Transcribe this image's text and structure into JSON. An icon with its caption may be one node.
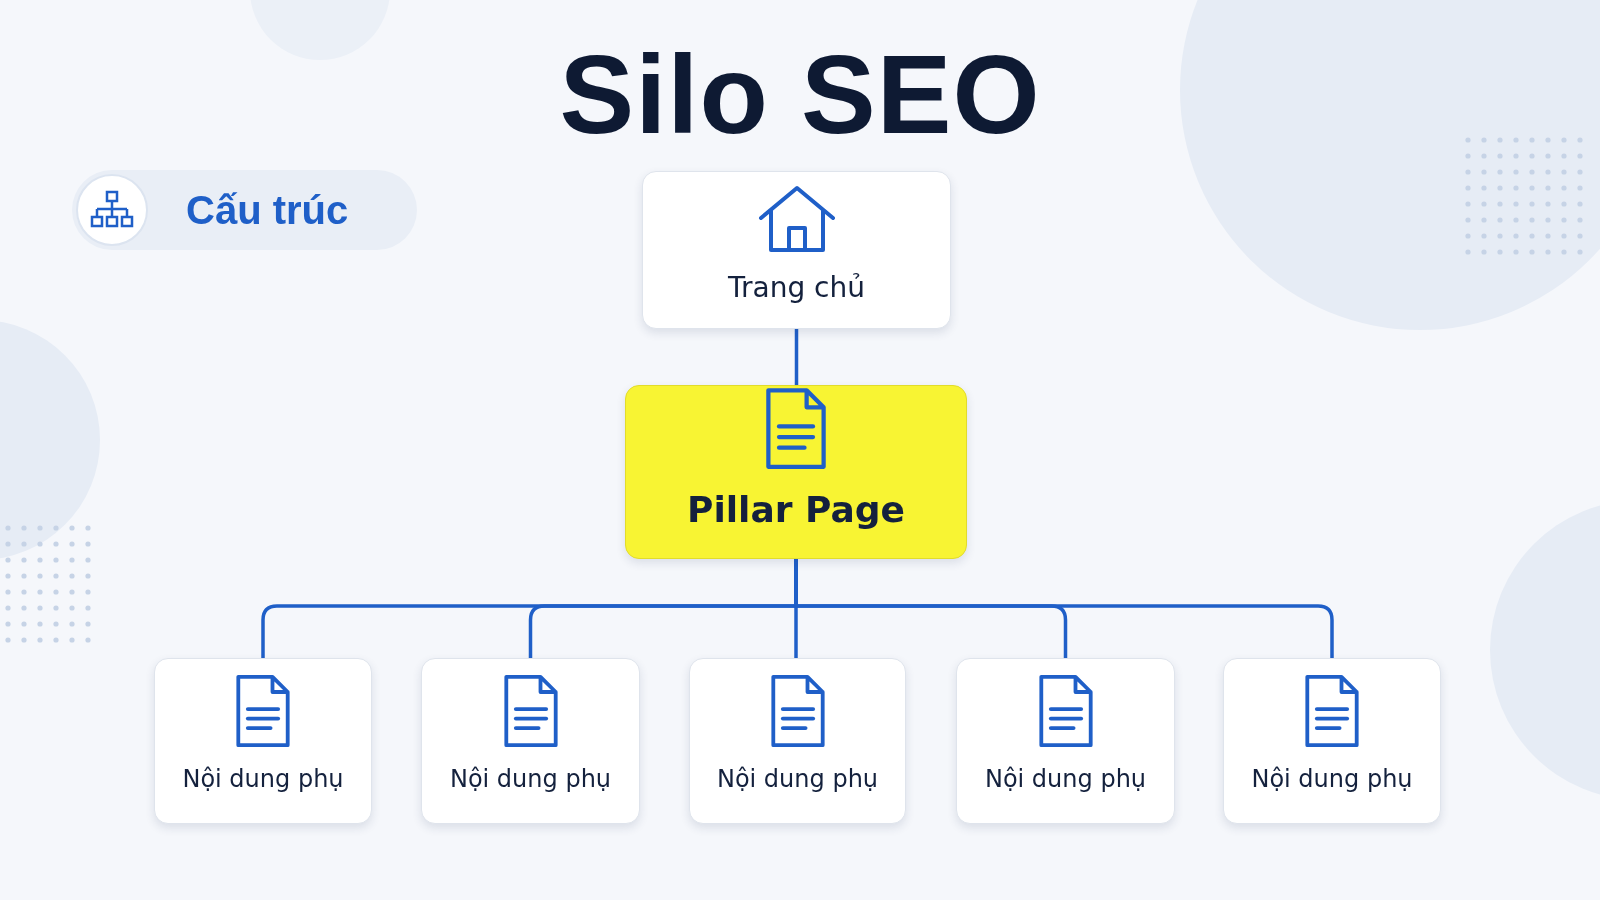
{
  "diagram": {
    "title": "Silo SEO",
    "nodes": [
      {
        "text": [
          "Cấu trúc"
        ]
      },
      {
        "text": [
          "Trang chủ"
        ]
      },
      {
        "text": [
          "Pillar Page"
        ]
      },
      {
        "text": [
          "Nội dung phụ"
        ]
      },
      {
        "text": [
          "Nội dung phụ"
        ]
      },
      {
        "text": [
          "Nội dung phụ"
        ]
      },
      {
        "text": [
          "Nội dung phụ"
        ]
      },
      {
        "text": [
          "Nội dung phụ"
        ]
      }
    ],
    "edges": [
      {
        "from": 1,
        "to": 2,
        "arrow": "none"
      },
      {
        "from": 2,
        "to": 3,
        "arrow": "none"
      },
      {
        "from": 2,
        "to": 4,
        "arrow": "none"
      },
      {
        "from": 2,
        "to": 5,
        "arrow": "none"
      },
      {
        "from": 2,
        "to": 6,
        "arrow": "none"
      },
      {
        "from": 2,
        "to": 7,
        "arrow": "none"
      }
    ]
  }
}
